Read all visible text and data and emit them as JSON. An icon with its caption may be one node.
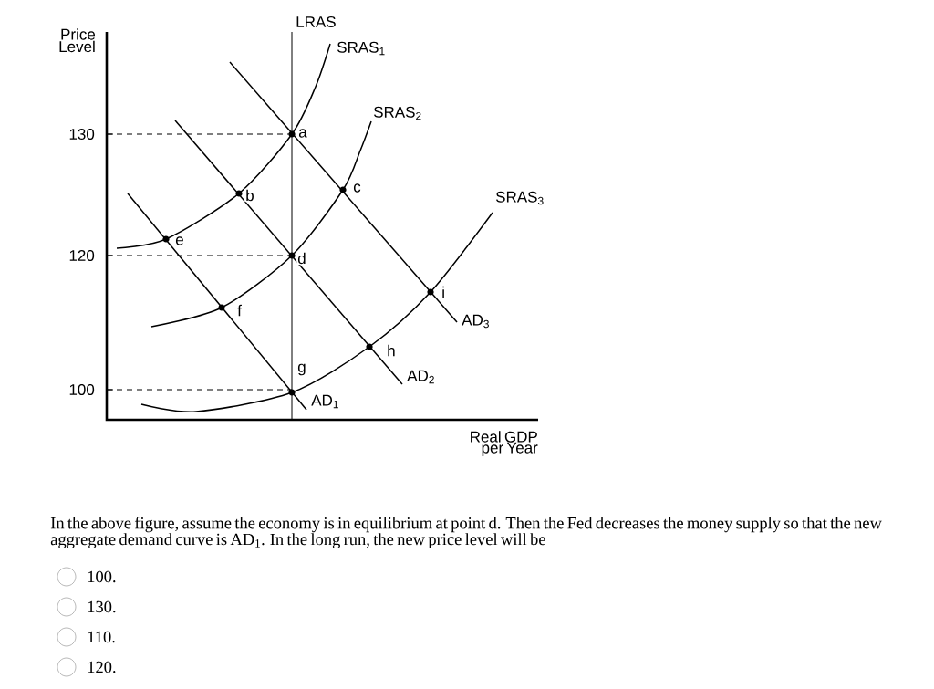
{
  "diagram": {
    "labels": [
      "Price Level",
      "LRAS",
      "SRAS$_{1}$",
      "SRAS$_{2}$",
      "130",
      "a",
      "c",
      "b",
      "SRAS$_{3}$",
      "e",
      "120",
      "d",
      "i",
      "f",
      "AD$_{3}$",
      "h",
      "g",
      "100",
      "AD$_{2}$",
      "AD$_{1}$",
      "Real GDP per Year",
      "In the above figure, assume the economy is in equilibrium at point d. Then the Fed decreases the money supply so that the new aggregate demand curve is AD$_{1}$. In the long run, the new price level will be",
      "100.",
      "130.",
      "110.",
      "120."
    ]
  }
}
